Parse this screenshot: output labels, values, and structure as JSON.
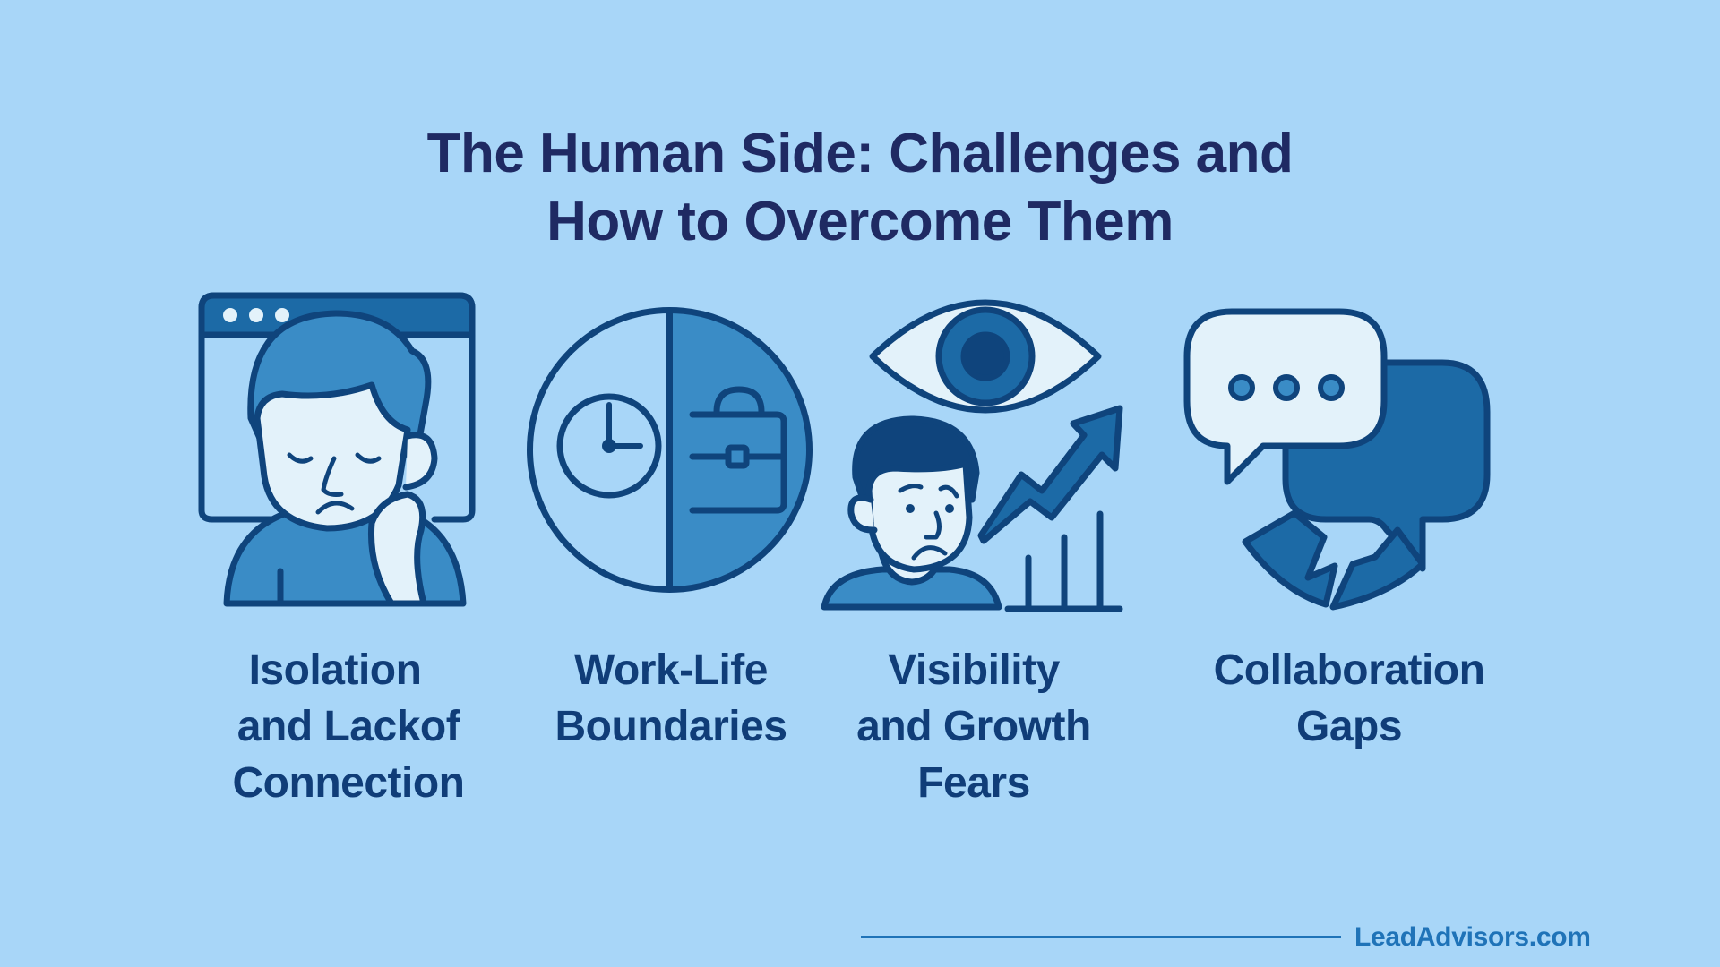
{
  "title": {
    "line1": "The Human Side: Challenges and",
    "line2": "How to Overcome Them"
  },
  "challenges": [
    {
      "icon": "isolated-person-window-icon",
      "lines": [
        "Isolation",
        "and Lackof",
        "Connection"
      ]
    },
    {
      "icon": "work-life-clock-briefcase-icon",
      "lines": [
        "Work-Life",
        "Boundaries"
      ]
    },
    {
      "icon": "visibility-growth-eye-chart-icon",
      "lines": [
        "Visibility",
        "and Growth",
        "Fears"
      ]
    },
    {
      "icon": "broken-chat-bubbles-icon",
      "lines": [
        "Collaboration",
        "Gaps"
      ]
    }
  ],
  "footer": {
    "brand": "LeadAdvisors.com"
  },
  "colors": {
    "background": "#a8d6f8",
    "title": "#1f2a63",
    "label": "#103d78",
    "outline": "#0f447c",
    "fill_mid": "#3a8cc6",
    "fill_dark": "#1c6aa6",
    "fill_light": "#e3f2fa",
    "brand": "#1f73b8"
  }
}
